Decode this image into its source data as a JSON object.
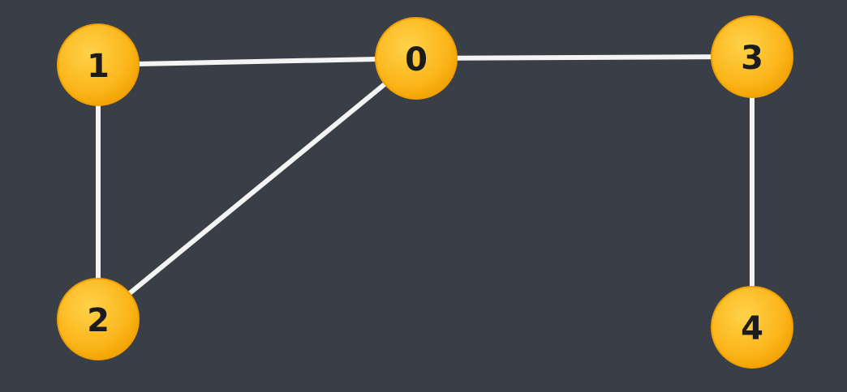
{
  "graph": {
    "nodes": [
      {
        "id": "0",
        "label": "0"
      },
      {
        "id": "1",
        "label": "1"
      },
      {
        "id": "2",
        "label": "2"
      },
      {
        "id": "3",
        "label": "3"
      },
      {
        "id": "4",
        "label": "4"
      }
    ],
    "edges": [
      {
        "from": "1",
        "to": "0"
      },
      {
        "from": "0",
        "to": "3"
      },
      {
        "from": "1",
        "to": "2"
      },
      {
        "from": "0",
        "to": "2"
      },
      {
        "from": "3",
        "to": "4"
      }
    ]
  },
  "colors": {
    "background": "#393e47",
    "edge": "#f4f4f4",
    "node_fill_light": "#ffc52e",
    "node_fill_dark": "#f5a300",
    "label": "#1c1c1c"
  }
}
